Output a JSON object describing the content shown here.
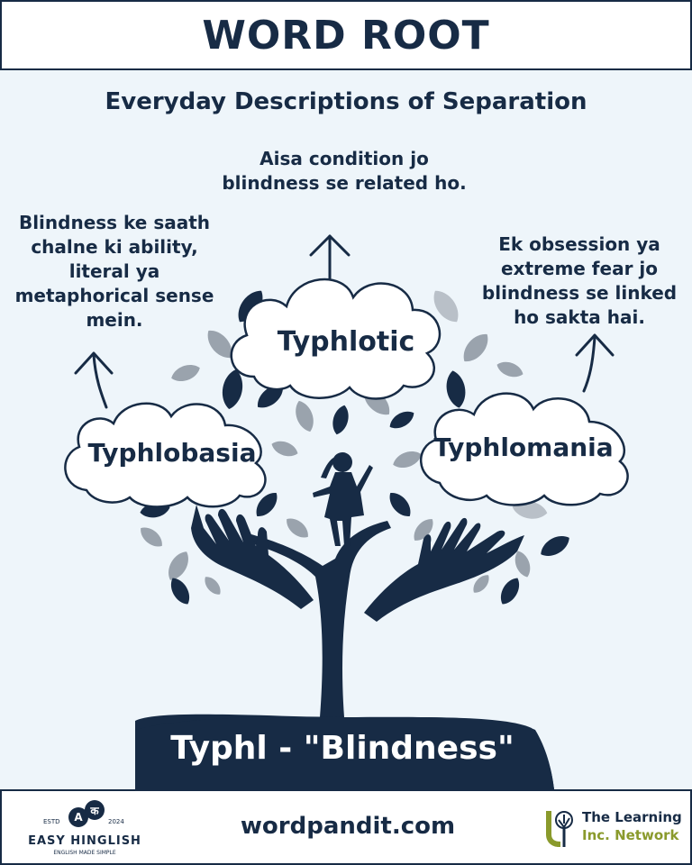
{
  "header": {
    "title": "WORD ROOT"
  },
  "subtitle": "Everyday Descriptions of Separation",
  "root": {
    "label": "Typhl - \"Blindness\""
  },
  "words": {
    "center": {
      "term": "Typhlotic",
      "description": "Aisa condition jo blindness se related ho."
    },
    "left": {
      "term": "Typhlobasia",
      "description": "Blindness ke saath chalne ki ability, literal ya metaphorical sense mein."
    },
    "right": {
      "term": "Typhlomania",
      "description": "Ek obsession ya extreme fear jo blindness se linked ho sakta hai."
    }
  },
  "footer": {
    "website": "wordpandit.com",
    "brand_left": {
      "name": "EASY HINGLISH",
      "tagline": "ENGLISH MADE SIMPLE",
      "estd": "ESTD",
      "year": "2024",
      "glyph_a": "A",
      "glyph_b": "क"
    },
    "brand_right": {
      "line1": "The Learning",
      "line2": "Inc. Network"
    }
  },
  "colors": {
    "navy": "#172b45",
    "background": "#eef5fa",
    "leaf_gray": "#9aa3ad",
    "accent_olive": "#8a9a2c"
  },
  "icons": [
    "tree-icon",
    "hand-icon",
    "child-silhouette-icon",
    "cloud-icon",
    "arrow-up-icon",
    "tree-logo-icon"
  ]
}
